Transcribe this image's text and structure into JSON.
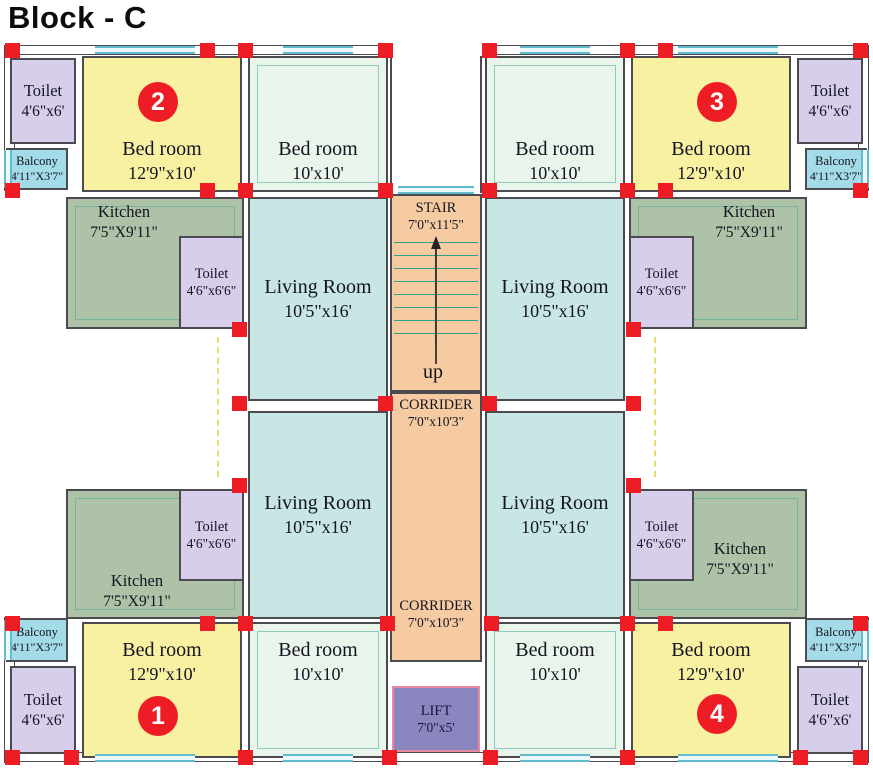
{
  "title": "Block - C",
  "core": {
    "stair": {
      "name": "STAIR",
      "dims": "7'0\"x11'5\"",
      "direction": "up"
    },
    "corridor_upper": {
      "name": "CORRIDER",
      "dims": "7'0\"x10'3\""
    },
    "corridor_lower": {
      "name": "CORRIDER",
      "dims": "7'0\"x10'3\""
    },
    "lift": {
      "name": "LIFT",
      "dims": "7'0\"x5'"
    }
  },
  "units": {
    "unit1": {
      "number": "1",
      "position": "bottom-left",
      "bedroom_main": {
        "name": "Bed room",
        "dims": "12'9\"x10'"
      },
      "bedroom_second": {
        "name": "Bed room",
        "dims": "10'x10'"
      },
      "living_room": {
        "name": "Living Room",
        "dims": "10'5\"x16'"
      },
      "kitchen": {
        "name": "Kitchen",
        "dims": "7'5\"X9'11\""
      },
      "toilet_attached": {
        "name": "Toilet",
        "dims": "4'6\"x6'6\""
      },
      "toilet_outer": {
        "name": "Toilet",
        "dims": "4'6\"x6'"
      },
      "balcony": {
        "name": "Balcony",
        "dims": "4'11\"X3'7\""
      }
    },
    "unit2": {
      "number": "2",
      "position": "top-left",
      "bedroom_main": {
        "name": "Bed room",
        "dims": "12'9\"x10'"
      },
      "bedroom_second": {
        "name": "Bed room",
        "dims": "10'x10'"
      },
      "living_room": {
        "name": "Living Room",
        "dims": "10'5\"x16'"
      },
      "kitchen": {
        "name": "Kitchen",
        "dims": "7'5\"X9'11\""
      },
      "toilet_attached": {
        "name": "Toilet",
        "dims": "4'6\"x6'6\""
      },
      "toilet_outer": {
        "name": "Toilet",
        "dims": "4'6\"x6'"
      },
      "balcony": {
        "name": "Balcony",
        "dims": "4'11\"X3'7\""
      }
    },
    "unit3": {
      "number": "3",
      "position": "top-right",
      "bedroom_main": {
        "name": "Bed room",
        "dims": "12'9\"x10'"
      },
      "bedroom_second": {
        "name": "Bed room",
        "dims": "10'x10'"
      },
      "living_room": {
        "name": "Living Room",
        "dims": "10'5\"x16'"
      },
      "kitchen": {
        "name": "Kitchen",
        "dims": "7'5\"X9'11\""
      },
      "toilet_attached": {
        "name": "Toilet",
        "dims": "4'6\"x6'6\""
      },
      "toilet_outer": {
        "name": "Toilet",
        "dims": "4'6\"x6'"
      },
      "balcony": {
        "name": "Balcony",
        "dims": "4'11\"X3'7\""
      }
    },
    "unit4": {
      "number": "4",
      "position": "bottom-right",
      "bedroom_main": {
        "name": "Bed room",
        "dims": "12'9\"x10'"
      },
      "bedroom_second": {
        "name": "Bed room",
        "dims": "10'x10'"
      },
      "living_room": {
        "name": "Living Room",
        "dims": "10'5\"x16'"
      },
      "kitchen": {
        "name": "Kitchen",
        "dims": "7'5\"X9'11\""
      },
      "toilet_attached": {
        "name": "Toilet",
        "dims": "4'6\"x6'6\""
      },
      "toilet_outer": {
        "name": "Toilet",
        "dims": "4'6\"x6'"
      },
      "balcony": {
        "name": "Balcony",
        "dims": "4'11\"X3'7\""
      }
    }
  },
  "colors": {
    "bedroom_main": "#F9F1A2",
    "bedroom_second": "#E9F4EA",
    "living_room": "#C8E6E3",
    "kitchen": "#AEC2A7",
    "toilet": "#D7CEEC",
    "balcony": "#A3DCE8",
    "stair_corridor": "#F6CBA2",
    "lift": "#8A87C0",
    "lift_border": "#E989A2",
    "column_marker": "#EE1C24",
    "unit_badge": "#EE1C24",
    "window": "#63BCCE",
    "wall_outline": "#4A4A50",
    "open_edge_dashed": "#E8DC6A",
    "stair_tread": "#2FA089"
  }
}
